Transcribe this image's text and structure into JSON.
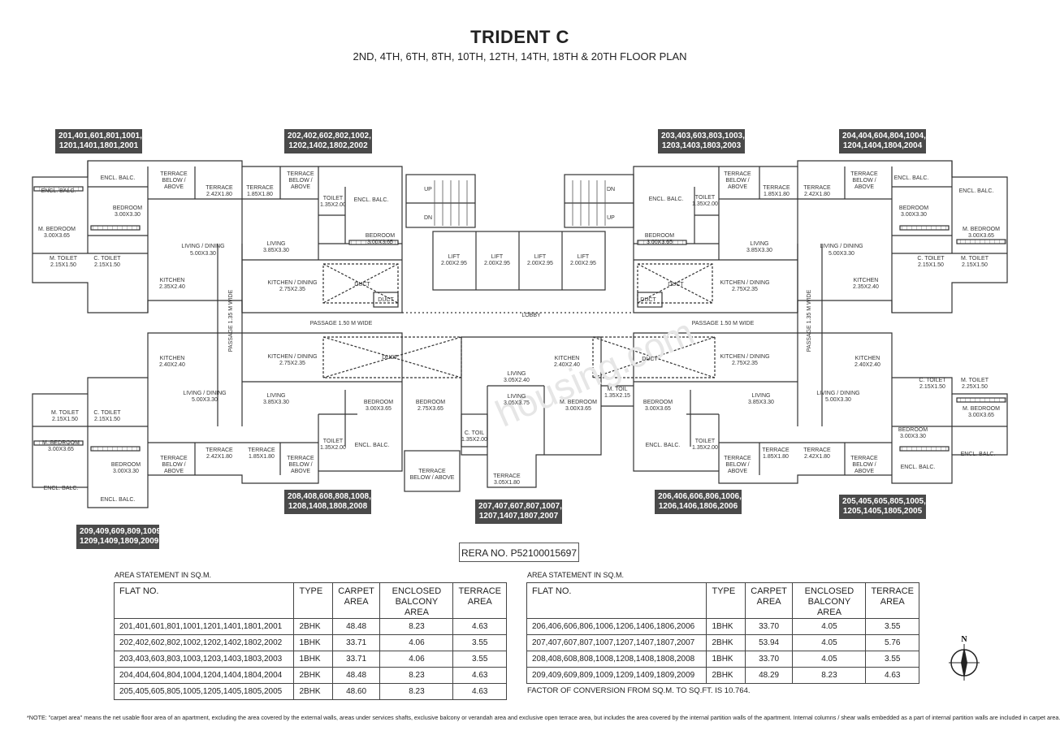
{
  "title": "TRIDENT C",
  "subtitle": "2ND, 4TH, 6TH, 8TH, 10TH, 12TH, 14TH, 18TH & 20TH FLOOR PLAN",
  "flat_tags": [
    {
      "line1": "201,401,601,801,1001,",
      "line2": "1201,1401,1801,2001"
    },
    {
      "line1": "202,402,602,802,1002,",
      "line2": "1202,1402,1802,2002"
    },
    {
      "line1": "203,403,603,803,1003,",
      "line2": "1203,1403,1803,2003"
    },
    {
      "line1": "204,404,604,804,1004,",
      "line2": "1204,1404,1804,2004"
    },
    {
      "line1": "208,408,608,808,1008,",
      "line2": "1208,1408,1808,2008"
    },
    {
      "line1": "207,407,607,807,1007,",
      "line2": "1207,1407,1807,2007"
    },
    {
      "line1": "206,406,606,806,1006,",
      "line2": "1206,1406,1806,2006"
    },
    {
      "line1": "205,405,605,805,1005,",
      "line2": "1205,1405,1805,2005"
    },
    {
      "line1": "209,409,609,809,1009,",
      "line2": "1209,1409,1809,2009"
    }
  ],
  "rooms": {
    "encl_balc": "ENCL. BALC.",
    "terrace_below": [
      "TERRACE",
      "BELOW /",
      "ABOVE"
    ],
    "terrace": "TERRACE",
    "bedroom": "BEDROOM",
    "m_bedroom": "M. BEDROOM",
    "toilet": "TOILET",
    "m_toilet": "M. TOILET",
    "c_toilet": "C. TOILET",
    "m_toil": "M. TOIL",
    "c_toil": "C. TOIL",
    "living": "LIVING",
    "living_dining": "LIVING / DINING",
    "kitchen": "KITCHEN",
    "kitchen_dining": "KITCHEN / DINING",
    "duct": "DUCT",
    "lift": "LIFT",
    "lobby": "LOBBY",
    "passage_wide": "PASSAGE 1.50 M WIDE",
    "passage_vertical": "PASSAGE 1.35 M WIDE",
    "up": "UP",
    "dn": "DN",
    "terrace_below_above_2": "BELOW / ABOVE"
  },
  "dims": {
    "d1": "2.42X1.80",
    "d2": "1.85X1.80",
    "d3": "1.35X2.00",
    "d4": "3.00X3.30",
    "d5": "3.00X3.65",
    "d6": "2.15X1.50",
    "d7": "5.00X3.30",
    "d8": "3.85X3.30",
    "d9": "2.35X2.40",
    "d10": "2.75X2.35",
    "d11": "2.00X2.95",
    "d12": "2.40X2.40",
    "d13": "3.05X2.40",
    "d14": "3.05X3.75",
    "d15": "2.75X3.65",
    "d16": "1.35X2.15",
    "d17": "1.35X2.00",
    "d18": "3.05X1.80",
    "d19": "2.25X1.50"
  },
  "watermark": "housing.com",
  "rera": "RERA NO. P52100015697",
  "area_statement_title": "AREA STATEMENT IN SQ.M.",
  "table_headers": {
    "flat": "FLAT NO.",
    "type": "TYPE",
    "carpet_1": "CARPET",
    "carpet_2": "AREA",
    "encl_1": "ENCLOSED",
    "encl_2": "BALCONY AREA",
    "terrace_1": "TERRACE",
    "terrace_2": "AREA"
  },
  "table_left": [
    {
      "flat": "201,401,601,801,1001,1201,1401,1801,2001",
      "type": "2BHK",
      "carpet": "48.48",
      "balcony": "8.23",
      "terrace": "4.63"
    },
    {
      "flat": "202,402,602,802,1002,1202,1402,1802,2002",
      "type": "1BHK",
      "carpet": "33.71",
      "balcony": "4.06",
      "terrace": "3.55"
    },
    {
      "flat": "203,403,603,803,1003,1203,1403,1803,2003",
      "type": "1BHK",
      "carpet": "33.71",
      "balcony": "4.06",
      "terrace": "3.55"
    },
    {
      "flat": "204,404,604,804,1004,1204,1404,1804,2004",
      "type": "2BHK",
      "carpet": "48.48",
      "balcony": "8.23",
      "terrace": "4.63"
    },
    {
      "flat": "205,405,605,805,1005,1205,1405,1805,2005",
      "type": "2BHK",
      "carpet": "48.60",
      "balcony": "8.23",
      "terrace": "4.63"
    }
  ],
  "table_right": [
    {
      "flat": "206,406,606,806,1006,1206,1406,1806,2006",
      "type": "1BHK",
      "carpet": "33.70",
      "balcony": "4.05",
      "terrace": "3.55"
    },
    {
      "flat": "207,407,607,807,1007,1207,1407,1807,2007",
      "type": "2BHK",
      "carpet": "53.94",
      "balcony": "4.05",
      "terrace": "5.76"
    },
    {
      "flat": "208,408,608,808,1008,1208,1408,1808,2008",
      "type": "1BHK",
      "carpet": "33.70",
      "balcony": "4.05",
      "terrace": "3.55"
    },
    {
      "flat": "209,409,609,809,1009,1209,1409,1809,2009",
      "type": "2BHK",
      "carpet": "48.29",
      "balcony": "8.23",
      "terrace": "4.63"
    }
  ],
  "factor": "FACTOR OF CONVERSION FROM SQ.M. TO SQ.FT. IS 10.764.",
  "compass_label": "N",
  "note": "*NOTE: \"carpet area\" means the net usable floor area of an apartment, excluding the area covered by the external walls, areas under services shafts, exclusive balcony or verandah area and exclusive open terrace area, but includes the area covered by the internal partition walls of the apartment. Internal columns / shear walls embedded as a part of internal partition walls are included in carpet area."
}
